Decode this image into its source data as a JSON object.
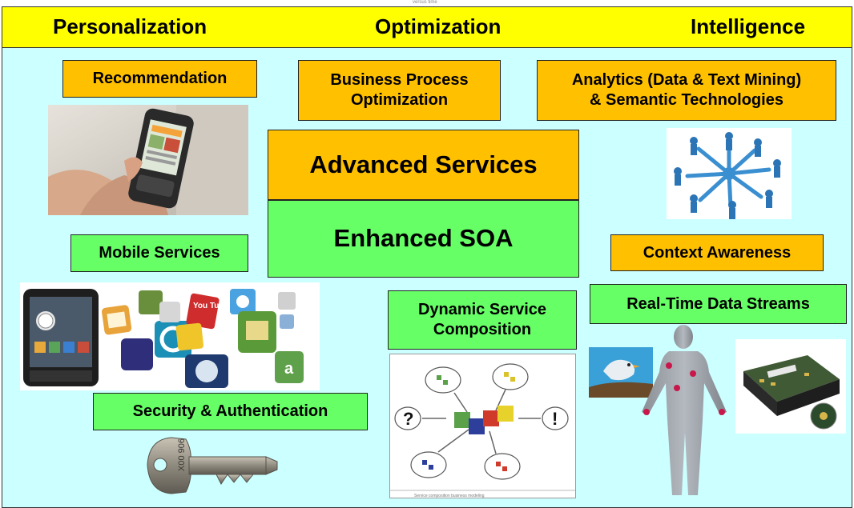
{
  "header": {
    "caption": "versus time",
    "personalization": "Personalization",
    "optimization": "Optimization",
    "intelligence": "Intelligence"
  },
  "boxes": {
    "recommendation": "Recommendation",
    "bpo_line1": "Business Process",
    "bpo_line2": "Optimization",
    "analytics_line1": "Analytics (Data & Text Mining)",
    "analytics_line2": "& Semantic Technologies",
    "advanced_services": "Advanced Services",
    "enhanced_soa": "Enhanced SOA",
    "mobile_services": "Mobile Services",
    "context_awareness": "Context Awareness",
    "dynamic_line1": "Dynamic Service",
    "dynamic_line2": "Composition",
    "realtime": "Real-Time Data Streams",
    "security": "Security & Authentication"
  },
  "image_text": {
    "youtube": "You Tube",
    "amazon": "a",
    "key_code": "X00 906",
    "composition_caption": "Service composition business modeling",
    "question_mark": "?",
    "exclaim_mark": "!"
  },
  "colors": {
    "background": "#ccffff",
    "header": "#ffff00",
    "orange_box": "#ffc000",
    "green_box": "#66ff66"
  }
}
